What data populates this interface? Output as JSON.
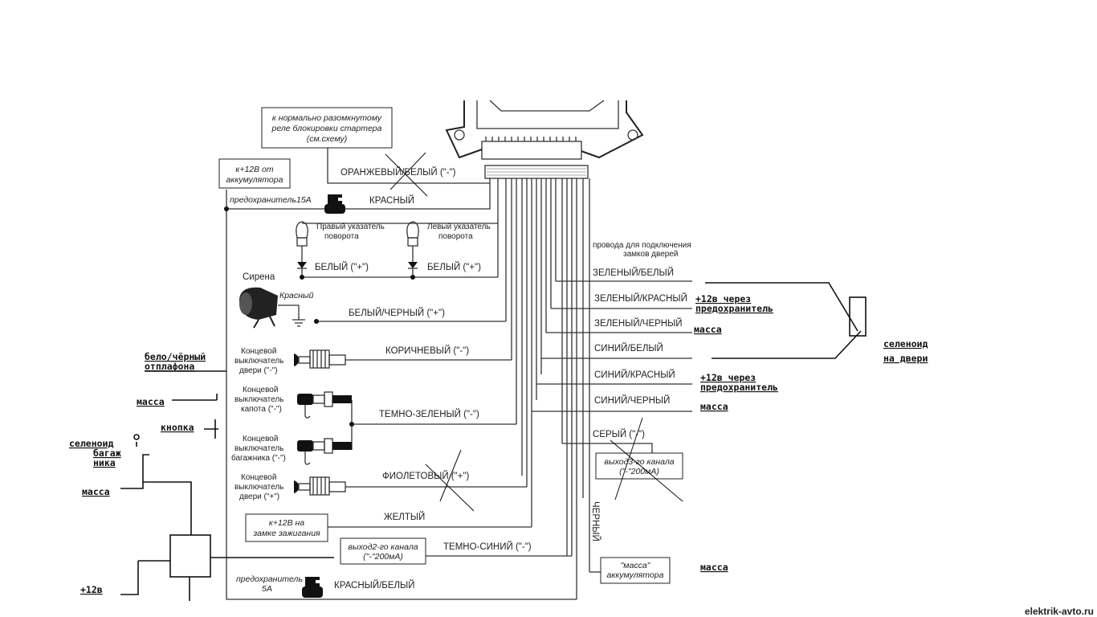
{
  "boxes": {
    "starter_relay": [
      "к нормально разомкнутому",
      "реле блокировки стартера",
      "(см.схему)"
    ],
    "battery_plus": [
      "к+12В  от",
      "аккумулятора"
    ],
    "ignition_plus": [
      "к+12В на",
      "замке зажигания"
    ],
    "channel2": [
      "выход2-го канала",
      "(\"-\"200мА)"
    ],
    "channel3": [
      "выход3-го канала",
      "(\"-\"200мА)"
    ],
    "ground_battery": [
      "\"масса\"",
      "аккумулятора"
    ]
  },
  "components": {
    "fuse15": "предохранитель15А",
    "fuse5": [
      "предохранитель",
      "5А"
    ],
    "right_turn": [
      "Правый указатель",
      "поворота"
    ],
    "left_turn": [
      "Левый указатель",
      "поворота"
    ],
    "siren": "Сирена",
    "siren_wire": "Красный",
    "door_switch_minus": [
      "Концевой",
      "выключатель",
      "двери (\"-\")"
    ],
    "hood_switch": [
      "Концевой",
      "выключатель",
      "капота (\"-\")"
    ],
    "trunk_switch": [
      "Концевой",
      "выключатель",
      "багажника (\"-\")"
    ],
    "door_switch_plus": [
      "Концевой",
      "выключатель",
      "двери (\"+\")"
    ],
    "door_locks_note": [
      "провода для подключения",
      "замков дверей"
    ]
  },
  "wires": {
    "orange_white": "ОРАНЖЕВЫЙ/БЕЛЫЙ  (\"-\")",
    "red": "КРАСНЫЙ",
    "white1": "БЕЛЫЙ  (\"+\")",
    "white2": "БЕЛЫЙ  (\"+\")",
    "white_black": "БЕЛЫЙ/ЧЕРНЫЙ  (\"+\")",
    "brown": "КОРИЧНЕВЫЙ  (\"-\")",
    "dark_green": "ТЕМНО-ЗЕЛЕНЫЙ  (\"-\")",
    "violet": "ФИОЛЕТОВЫЙ  (\"+\")",
    "yellow": "ЖЕЛТЫЙ",
    "dark_blue": "ТЕМНО-СИНИЙ  (\"-\")",
    "red_white": "КРАСНЫЙ/БЕЛЫЙ",
    "green_white": "ЗЕЛЕНЫЙ/БЕЛЫЙ",
    "green_red": "ЗЕЛЕНЫЙ/КРАСНЫЙ",
    "green_black": "ЗЕЛЕНЫЙ/ЧЕРНЫЙ",
    "blue_white": "СИНИЙ/БЕЛЫЙ",
    "blue_red": "СИНИЙ/КРАСНЫЙ",
    "blue_black": "СИНИЙ/ЧЕРНЫЙ",
    "grey": "СЕРЫЙ  (\"-\")",
    "black_vertical": "ЧЕРНЫЙ"
  },
  "handwritten": {
    "plus12_fuse_1": [
      "+12в  через",
      "предохранитель"
    ],
    "ground_1": "масса",
    "solenoid_door": [
      "селеноид",
      "на  двери"
    ],
    "plus12_fuse_2": [
      "+12в  через",
      "предохранитель"
    ],
    "ground_2": "масса",
    "ground_3": "масса",
    "courtesy_light": [
      "бело/чёрный",
      "отплафона"
    ],
    "left_ground": "масса",
    "button": "кнопка",
    "trunk_solenoid": [
      "селеноид",
      "багаж",
      "ника"
    ],
    "left_ground_2": "масса",
    "plus12": "+12в"
  },
  "watermark": "elektrik-avto.ru"
}
